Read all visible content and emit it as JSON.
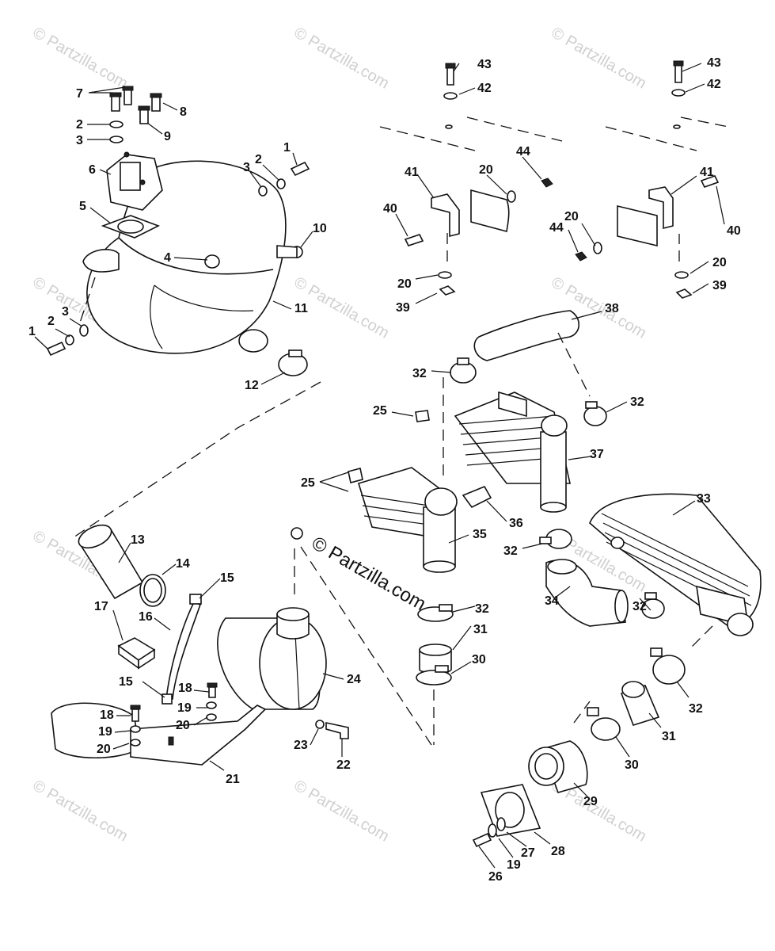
{
  "watermark": "© Partzilla.com",
  "brand_mark": "© Partzilla.com",
  "callouts": {
    "c1a": "1",
    "c1b": "1",
    "c2a": "2",
    "c2b": "2",
    "c2c": "2",
    "c3a": "3",
    "c3b": "3",
    "c3c": "3",
    "c4": "4",
    "c5": "5",
    "c6": "6",
    "c7": "7",
    "c8": "8",
    "c9": "9",
    "c10": "10",
    "c11": "11",
    "c12": "12",
    "c13": "13",
    "c14": "14",
    "c15a": "15",
    "c15b": "15",
    "c16": "16",
    "c17": "17",
    "c18a": "18",
    "c18b": "18",
    "c19a": "19",
    "c19b": "19",
    "c19c": "19",
    "c20a": "20",
    "c20b": "20",
    "c20c": "20",
    "c20d": "20",
    "c20e": "20",
    "c20f": "20",
    "c21": "21",
    "c22": "22",
    "c23": "23",
    "c24": "24",
    "c25a": "25",
    "c25b": "25",
    "c26": "26",
    "c27": "27",
    "c28": "28",
    "c29": "29",
    "c30a": "30",
    "c30b": "30",
    "c31a": "31",
    "c31b": "31",
    "c32a": "32",
    "c32b": "32",
    "c32c": "32",
    "c32d": "32",
    "c32e": "32",
    "c32f": "32",
    "c33": "33",
    "c34": "34",
    "c35": "35",
    "c36": "36",
    "c37": "37",
    "c38": "38",
    "c39a": "39",
    "c39b": "39",
    "c40a": "40",
    "c40b": "40",
    "c41a": "41",
    "c41b": "41",
    "c42a": "42",
    "c42b": "42",
    "c43a": "43",
    "c43b": "43",
    "c44a": "44",
    "c44b": "44"
  }
}
